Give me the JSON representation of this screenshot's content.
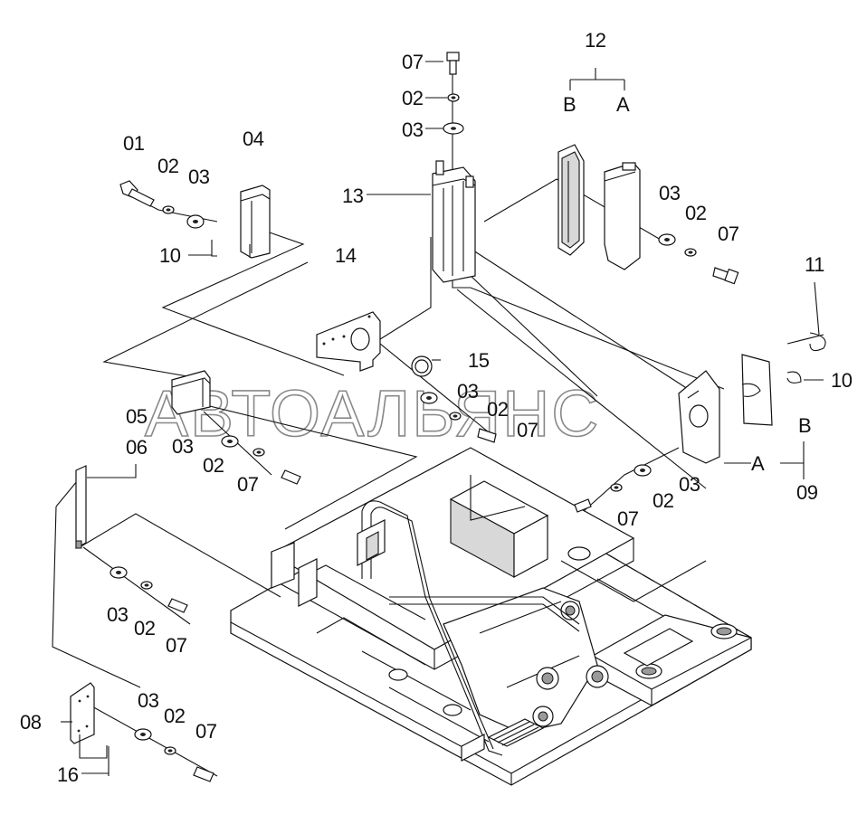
{
  "watermark": "АВТОАЛЬЯНС",
  "labels": {
    "l07_top": "07",
    "l02_top": "02",
    "l03_top": "03",
    "l12": "12",
    "l12_b": "B",
    "l12_a": "A",
    "l13": "13",
    "l03_r": "03",
    "l02_r": "02",
    "l07_r": "07",
    "l01": "01",
    "l02_l": "02",
    "l03_l": "03",
    "l04": "04",
    "l10_l": "10",
    "l14": "14",
    "l15": "15",
    "l03_c": "03",
    "l02_c": "02",
    "l07_c": "07",
    "l11": "11",
    "l10_r": "10",
    "l05": "05",
    "l06": "06",
    "l03_m": "03",
    "l02_m": "02",
    "l07_m": "07",
    "l09_b": "B",
    "l09_a": "A",
    "l09": "09",
    "l03_rb": "03",
    "l02_rb": "02",
    "l07_rb": "07",
    "l03_lb": "03",
    "l02_lb": "02",
    "l07_lb": "07",
    "l08": "08",
    "l03_b": "03",
    "l02_b": "02",
    "l07_b": "07",
    "l16": "16"
  }
}
